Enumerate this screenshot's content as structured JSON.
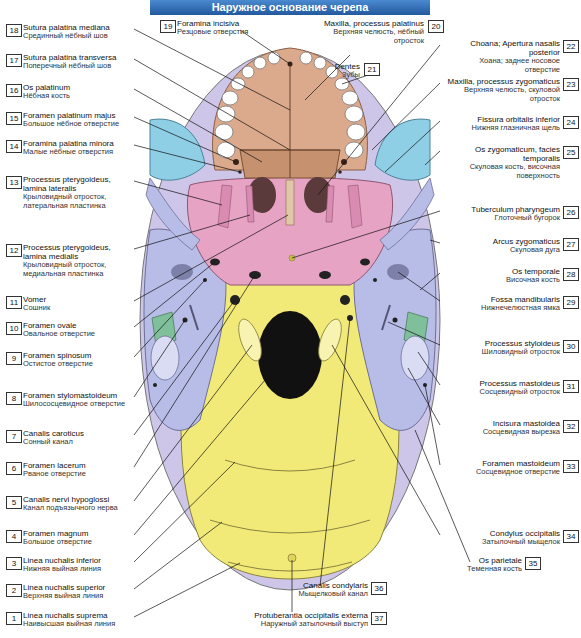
{
  "diagram": {
    "title": "Наружное основание черепа",
    "labels": [
      "1",
      "Linea nuchalis suprema",
      "Наивысшая выйная линия",
      "2",
      "Linea nuchalis superior",
      "Верхняя выйная линия",
      "3",
      "Linea nuchalis inferior",
      "Нижняя выйная линия",
      "4",
      "Foramen magnum",
      "Большое отверстие",
      "5",
      "Canalis nervi hypoglossi",
      "Канал подъязычного нерва",
      "6",
      "Foramen lacerum",
      "Рваное отверстие",
      "7",
      "Canalis caroticus",
      "Сонный канал",
      "8",
      "Foramen stylomastoideum",
      "Шилососцевидное отверстие",
      "9",
      "Foramen spinosum",
      "Остистое отверстие",
      "10",
      "Foramen ovale",
      "Овальное отверстие",
      "11",
      "Vomer",
      "Сошник",
      "12",
      "Processus pterygoideus, lamina medialis",
      "Крыловидный отросток, медиальная пластинка",
      "13",
      "Processus pterygoideus, lamina lateralis",
      "Крыловидный отросток, латеральная пластинка",
      "14",
      "Foramina palatina minora",
      "Малые нёбные отверстия",
      "15",
      "Foramen palatinum majus",
      "Большое нёбное отверстие",
      "16",
      "Os palatinum",
      "Нёбная кость",
      "17",
      "Sutura palatina transversa",
      "Поперечный нёбный шов",
      "18",
      "Sutura palatina mediana",
      "Срединный нёбный шов",
      "19",
      "Foramina incisiva",
      "Резцовые отверстия",
      "20",
      "Maxilla, processus palatinus",
      "Верхняя челюсть, нёбный отросток",
      "21",
      "Dentes",
      "Зубы",
      "22",
      "Choana; Apertura nasalis posterior",
      "Хоана; заднее носовое отверстие",
      "23",
      "Maxilla, processus zygomaticus",
      "Верхняя челюсть, скуловой отросток",
      "24",
      "Fissura orbitalis inferior",
      "Нижняя глазничная щель",
      "25",
      "Os zygomaticum, facies temporalis",
      "Скуловая кость, височная поверхность",
      "26",
      "Tuberculum pharyngeum",
      "Глоточный бугорок",
      "27",
      "Arcus zygomaticus",
      "Скуловая дуга",
      "28",
      "Os temporale",
      "Височная кость",
      "29",
      "Fossa mandibularis",
      "Нижнечелюстная ямка",
      "30",
      "Processus styloideus",
      "Шиловидный отросток",
      "31",
      "Processus mastoideus",
      "Сосцевидный отросток",
      "32",
      "Incisura mastoidea",
      "Сосцевидная вырезка",
      "33",
      "Foramen mastoideum",
      "Сосцевидное отверстие",
      "34",
      "Condylus occipitalis",
      "Затылочный мыщелок",
      "35",
      "Os parietale",
      "Теменная кость",
      "36",
      "Canalis condylaris",
      "Мыщелковый канал",
      "37",
      "Protuberantia occipitalis externa",
      "Наружный затылочный выступ"
    ]
  }
}
